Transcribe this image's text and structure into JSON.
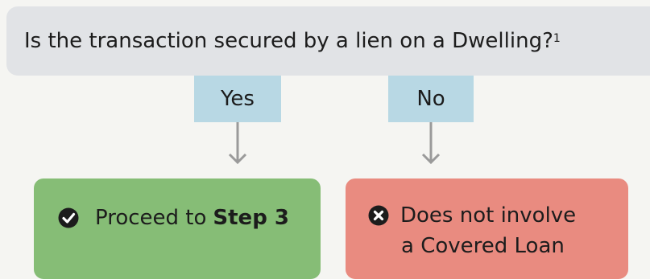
{
  "question": {
    "text": "Is the transaction secured by a lien on a Dwelling?",
    "footnote": "1"
  },
  "answers": {
    "yes": "Yes",
    "no": "No"
  },
  "outcomes": {
    "yes": {
      "text": "Proceed to",
      "bold_text": "Step 3",
      "icon": "check-circle-icon"
    },
    "no": {
      "line1": "Does not involve",
      "line2": "a Covered Loan",
      "icon": "x-circle-icon"
    }
  },
  "colors": {
    "question_box": "#e1e3e6",
    "answer_box": "#b8d8e4",
    "yes_box": "#86bd76",
    "no_box": "#e98b80",
    "arrow": "#9a9a9a"
  }
}
